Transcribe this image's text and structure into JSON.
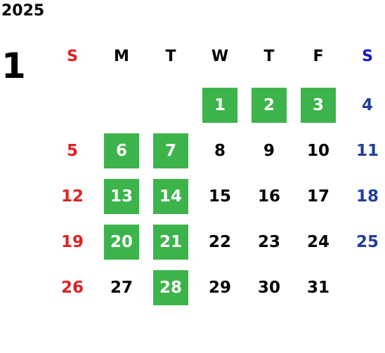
{
  "calendar": {
    "year": "2025",
    "month": "1",
    "weekdays": [
      "S",
      "M",
      "T",
      "W",
      "T",
      "F",
      "S"
    ],
    "weekday_colors": {
      "sunday": "#e02020",
      "saturday_header": "#1515d0",
      "saturday_dates": "#1f3f99",
      "weekday": "#000000"
    },
    "highlight_color": "#3cb44b",
    "weeks": [
      [
        null,
        null,
        null,
        1,
        2,
        3,
        4
      ],
      [
        5,
        6,
        7,
        8,
        9,
        10,
        11
      ],
      [
        12,
        13,
        14,
        15,
        16,
        17,
        18
      ],
      [
        19,
        20,
        21,
        22,
        23,
        24,
        25
      ],
      [
        26,
        27,
        28,
        29,
        30,
        31,
        null
      ]
    ],
    "highlighted_days": [
      1,
      2,
      3,
      6,
      7,
      13,
      14,
      20,
      21,
      28
    ]
  }
}
